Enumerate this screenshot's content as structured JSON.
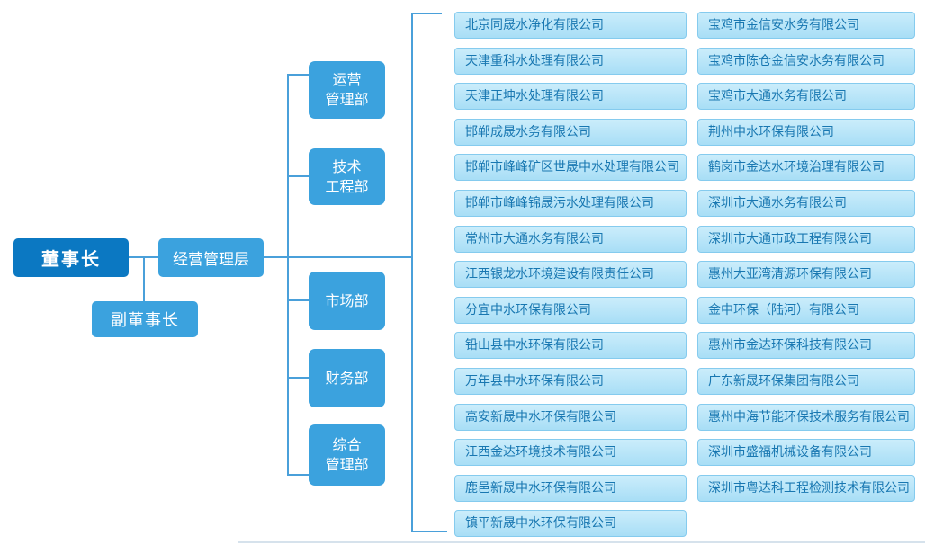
{
  "palette": {
    "primary_dark": "#0b78c2",
    "primary": "#3ba2de",
    "line": "#4aa0da",
    "company_bg_top": "#cbedfb",
    "company_bg_bottom": "#a8def6",
    "company_border": "#85cbee",
    "company_text": "#1877b1",
    "baseline": "#d6e2ec"
  },
  "org": {
    "chairman": "董事长",
    "vice_chairman": "副董事长",
    "management": "经营管理层",
    "departments": [
      "运营\n管理部",
      "技术\n工程部",
      "市场部",
      "财务部",
      "综合\n管理部"
    ]
  },
  "subsidiaries": {
    "left": [
      "北京同晟水净化有限公司",
      "天津重科水处理有限公司",
      "天津正坤水处理有限公司",
      "邯郸成晟水务有限公司",
      "邯郸市峰峰矿区世晟中水处理有限公司",
      "邯郸市峰峰锦晟污水处理有限公司",
      "常州市大通水务有限公司",
      "江西银龙水环境建设有限责任公司",
      "分宜中水环保有限公司",
      "铅山县中水环保有限公司",
      "万年县中水环保有限公司",
      "高安新晟中水环保有限公司",
      "江西金达环境技术有限公司",
      "鹿邑新晟中水环保有限公司",
      "镇平新晟中水环保有限公司"
    ],
    "right": [
      "宝鸡市金信安水务有限公司",
      "宝鸡市陈仓金信安水务有限公司",
      "宝鸡市大通水务有限公司",
      "荆州中水环保有限公司",
      "鹤岗市金达水环境治理有限公司",
      "深圳市大通水务有限公司",
      "深圳市大通市政工程有限公司",
      "惠州大亚湾清源环保有限公司",
      "金中环保（陆河）有限公司",
      "惠州市金达环保科技有限公司",
      "广东新晟环保集团有限公司",
      "惠州中海节能环保技术服务有限公司",
      "深圳市盛福机械设备有限公司",
      "深圳市粤达科工程检测技术有限公司"
    ]
  }
}
